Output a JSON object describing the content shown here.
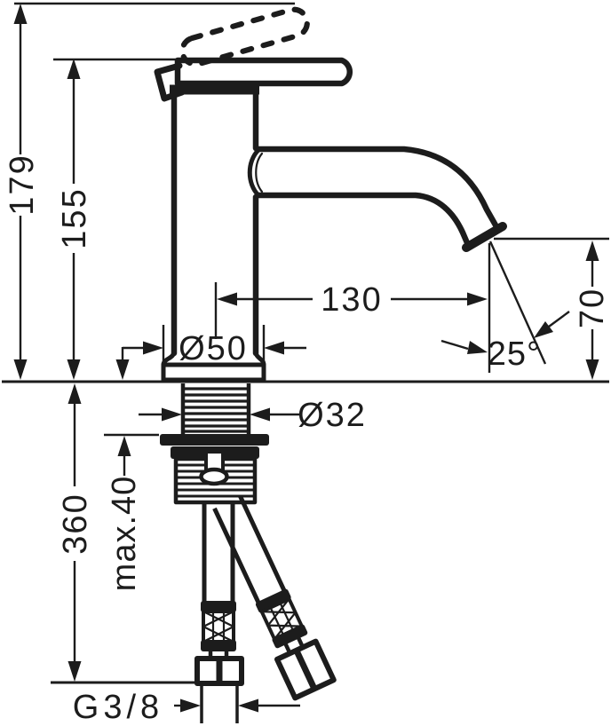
{
  "drawing": {
    "labels": {
      "total_height": "179",
      "body_height": "155",
      "spout_reach": "130",
      "outlet_height": "70",
      "outlet_angle": "25°",
      "base_diameter": "Ø50",
      "shank_diameter": "Ø32",
      "hose_length": "360",
      "max_mounting_thickness": "max.40",
      "supply_connection": "G3/8"
    },
    "colors": {
      "line": "#1c1c1c",
      "background": "#ffffff"
    }
  }
}
